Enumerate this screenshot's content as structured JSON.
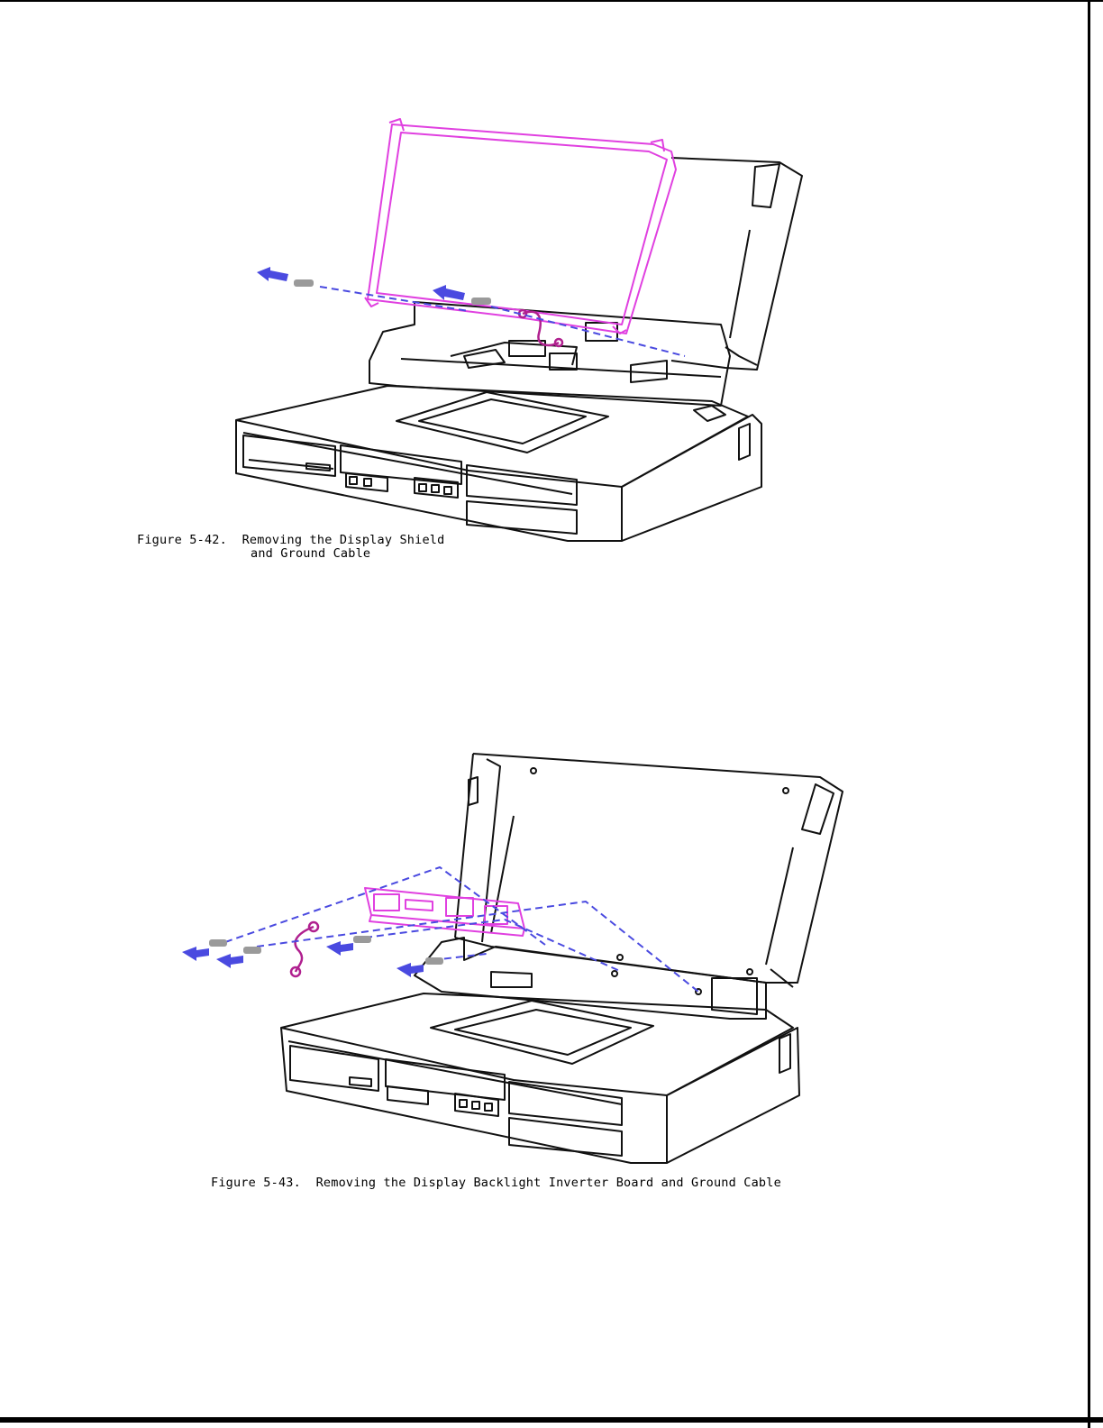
{
  "colors": {
    "line": "#111111",
    "highlight": "#e040e0",
    "cable": "#b0208f",
    "arrow": "#4a4ae0",
    "screw": "#9a9a9a"
  },
  "figures": [
    {
      "number": "Figure 5-42.",
      "title_line1": "Removing the Display Shield",
      "title_line2": "and Ground Cable"
    },
    {
      "number": "Figure 5-43.",
      "title_line1": "Removing the Display Backlight Inverter Board and Ground Cable"
    }
  ]
}
